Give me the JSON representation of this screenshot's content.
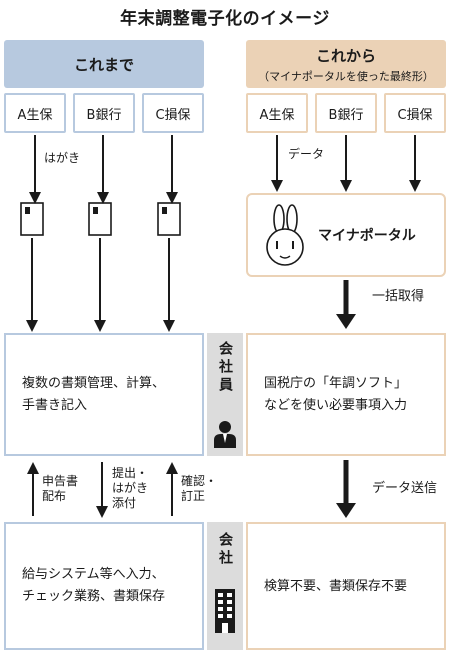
{
  "title": "年末調整電子化のイメージ",
  "left": {
    "header": "これまで",
    "insurers": [
      "A生保",
      "B銀行",
      "C損保"
    ],
    "postcard_label": "はがき",
    "box1": [
      "複数の書類管理、計算、",
      "手書き記入"
    ],
    "box2": [
      "給与システム等へ入力、",
      "チェック業務、書類保存"
    ],
    "arrow_up_1": [
      "申告書",
      "配布"
    ],
    "arrow_down": [
      "提出・",
      "はがき",
      "添付"
    ],
    "arrow_up_2": [
      "確認・",
      "訂正"
    ]
  },
  "right": {
    "header": "これから",
    "subheader": "（マイナポータルを使った最終形）",
    "insurers": [
      "A生保",
      "B銀行",
      "C損保"
    ],
    "data_label": "データ",
    "portal": "マイナポータル",
    "bulk_label": "一括取得",
    "box1": [
      "国税庁の「年調ソフト」",
      "などを使い必要事項入力"
    ],
    "send_label": "データ送信",
    "box2": [
      "検算不要、書類保存不要"
    ]
  },
  "middle": {
    "employee": "会社員",
    "company": "会社"
  },
  "colors": {
    "left_accent": "#b7c9df",
    "right_accent": "#ebd2b6",
    "middle_band": "#dcdcdc"
  }
}
